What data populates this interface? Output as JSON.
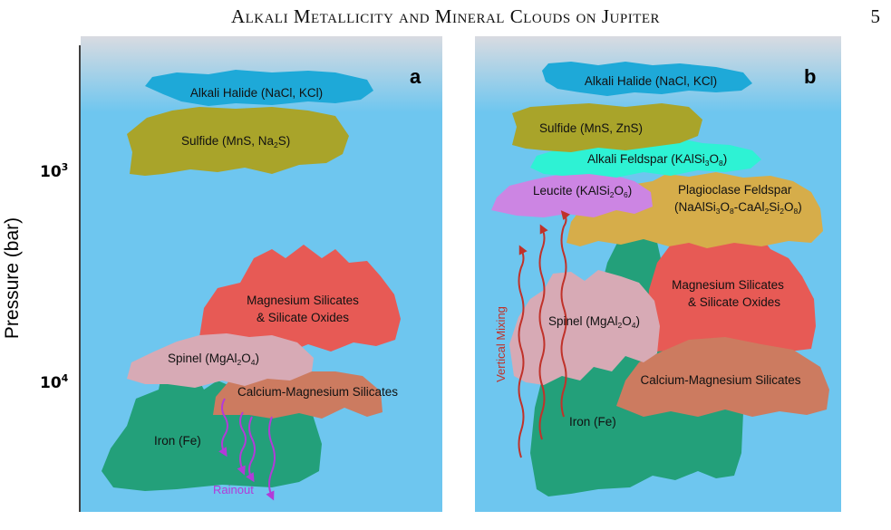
{
  "header": {
    "running_title": "Alkali Metallicity and Mineral Clouds on Jupiter",
    "page_number": "5"
  },
  "axis": {
    "title": "Pressure (bar)",
    "ticks": [
      {
        "base": "10",
        "exponent": "3"
      },
      {
        "base": "10",
        "exponent": "4"
      }
    ]
  },
  "colors": {
    "sky_top": "#d9dbe1",
    "sky": "#6ec6ef",
    "alkali_halide": "#1ea9d8",
    "sulfide": "#a9a42a",
    "magnesium_silicates": "#e75a55",
    "spinel": "#d7aab5",
    "calcium_magnesium": "#cc7b60",
    "iron": "#23a07a",
    "alkali_feldspar": "#2ef2d4",
    "leucite": "#cc85e3",
    "plagioclase": "#d6ad4a",
    "rainout": "#b23bd8",
    "mixing": "#c0322a"
  },
  "panel_a": {
    "letter": "a",
    "labels": {
      "alkali_halide": "Alkali Halide (NaCl, KCl)",
      "sulfide_pre": "Sulfide (MnS, Na",
      "sulfide_sub": "2",
      "sulfide_post": "S)",
      "magnesium_line1": "Magnesium Silicates",
      "magnesium_line2": "& Silicate Oxides",
      "spinel_pre": "Spinel (MgAl",
      "spinel_sub1": "2",
      "spinel_mid": "O",
      "spinel_sub2": "4",
      "spinel_post": ")",
      "calcium": "Calcium-Magnesium Silicates",
      "iron": "Iron (Fe)",
      "rainout": "Rainout"
    }
  },
  "panel_b": {
    "letter": "b",
    "labels": {
      "alkali_halide": "Alkali Halide (NaCl, KCl)",
      "sulfide": "Sulfide (MnS, ZnS)",
      "feldspar_pre": "Alkali Feldspar (KAlSi",
      "feldspar_sub1": "3",
      "feldspar_mid": "O",
      "feldspar_sub2": "8",
      "feldspar_post": ")",
      "leucite_pre": "Leucite (KAlSi",
      "leucite_sub1": "2",
      "leucite_mid": "O",
      "leucite_sub2": "6",
      "leucite_post": ")",
      "plagioclase_line1": "Plagioclase Feldspar",
      "plag_l2_a": "(NaAlSi",
      "plag_l2_s1": "3",
      "plag_l2_b": "O",
      "plag_l2_s2": "8",
      "plag_l2_c": "-CaAl",
      "plag_l2_s3": "2",
      "plag_l2_d": "Si",
      "plag_l2_s4": "2",
      "plag_l2_e": "O",
      "plag_l2_s5": "8",
      "plag_l2_f": ")",
      "magnesium_line1": "Magnesium Silicates",
      "magnesium_line2": "& Silicate Oxides",
      "spinel_pre": "Spinel (MgAl",
      "spinel_sub1": "2",
      "spinel_mid": "O",
      "spinel_sub2": "4",
      "spinel_post": ")",
      "calcium": "Calcium-Magnesium Silicates",
      "iron": "Iron (Fe)",
      "vertical_mixing": "Vertical  Mixing"
    }
  }
}
